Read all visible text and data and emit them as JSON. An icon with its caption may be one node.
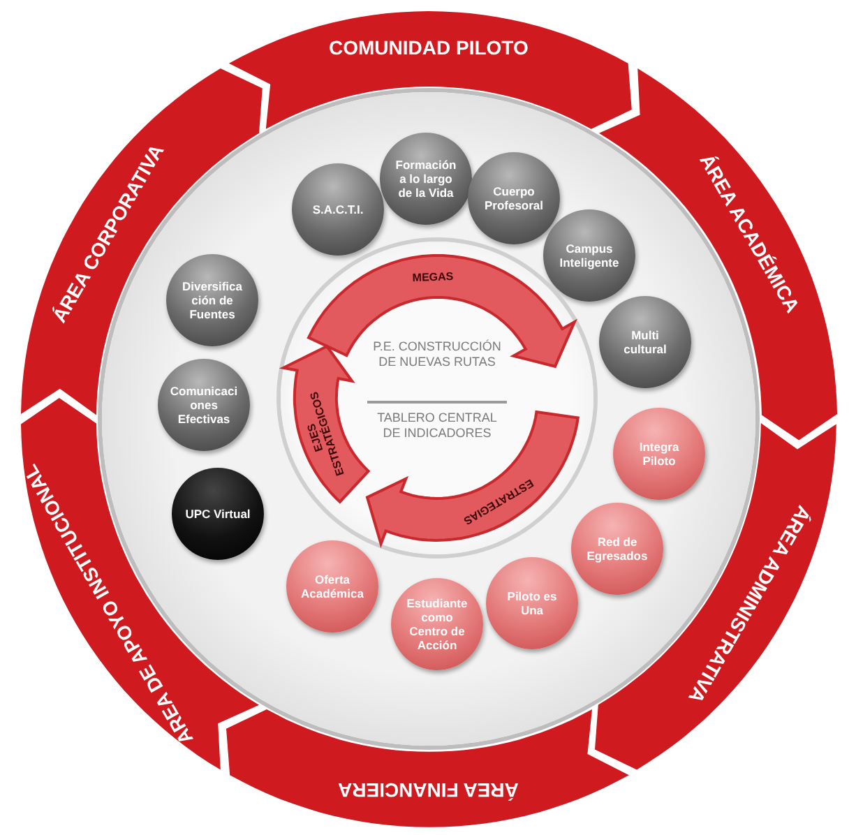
{
  "diagram": {
    "nodes": [
      {
        "text": [
          "COMUNIDAD PILOTO"
        ]
      },
      {
        "text": [
          "ÁREA ACADÉMICA"
        ]
      },
      {
        "text": [
          "ÁREA ADMINISTRATIVA"
        ]
      },
      {
        "text": [
          "ÁREA FINANCIERA"
        ]
      },
      {
        "text": [
          "ÁREA DE APOYO INSTITUCIONAL"
        ]
      },
      {
        "text": [
          "ÁREA CORPORATIVA"
        ]
      },
      {
        "text": [],
        "shape": "circle"
      },
      {
        "text": [
          "S.A.C.T.I."
        ],
        "in": 6
      },
      {
        "text": [
          "Formación a lo largo de la Vida"
        ],
        "in": 6
      },
      {
        "text": [
          "Cuerpo Profesoral"
        ],
        "in": 6
      },
      {
        "text": [
          "Campus Inteligente"
        ],
        "in": 6
      },
      {
        "text": [
          "Multi cultural"
        ],
        "in": 6
      },
      {
        "text": [
          "Integra Piloto"
        ],
        "in": 6
      },
      {
        "text": [
          "Red de Egresados"
        ],
        "in": 6
      },
      {
        "text": [
          "Piloto es Una"
        ],
        "in": 6
      },
      {
        "text": [
          "Estudiante como Centro de Acción"
        ],
        "in": 6
      },
      {
        "text": [
          "Oferta Académica"
        ],
        "in": 6
      },
      {
        "text": [
          "UPC Virtual"
        ],
        "in": 6
      },
      {
        "text": [
          "Comunicaci ones Efectivas"
        ],
        "in": 6
      },
      {
        "text": [
          "Diversifica ción de Fuentes"
        ],
        "in": 6
      },
      {
        "text": [
          "P.E. CONSTRUCCIÓN DE NUEVAS RUTAS",
          "TABLERO CENTRAL DE INDICADORES"
        ],
        "in": 6
      },
      {
        "text": [
          "MEGAS"
        ],
        "in": 20
      },
      {
        "text": [
          "ESTRATEGIAS"
        ],
        "in": 20
      },
      {
        "text": [
          "EJES ESTRATÉGICOS"
        ],
        "in": 20
      }
    ]
  }
}
